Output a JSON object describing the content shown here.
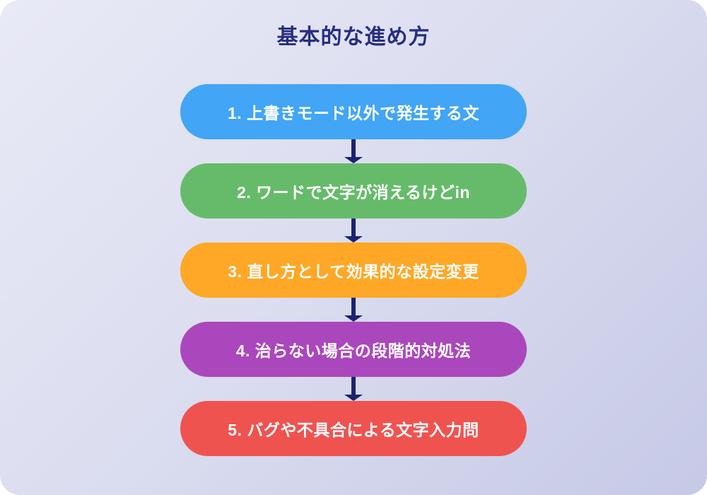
{
  "title": "基本的な進め方",
  "colors": {
    "canvas_gradient_start": "#E9EAF6",
    "canvas_gradient_end": "#C6C9E6",
    "title": "#272E80",
    "arrow": "#1B2370",
    "step_text": "#FFFFFF"
  },
  "steps": [
    {
      "label": "1. 上書きモード以外で発生する文",
      "color": "#42A5F5"
    },
    {
      "label": "2. ワードで文字が消えるけどin",
      "color": "#66BB6A"
    },
    {
      "label": "3. 直し方として効果的な設定変更",
      "color": "#FFA726"
    },
    {
      "label": "4. 治らない場合の段階的対処法",
      "color": "#AB47BC"
    },
    {
      "label": "5. バグや不具合による文字入力問",
      "color": "#EF5350"
    }
  ]
}
